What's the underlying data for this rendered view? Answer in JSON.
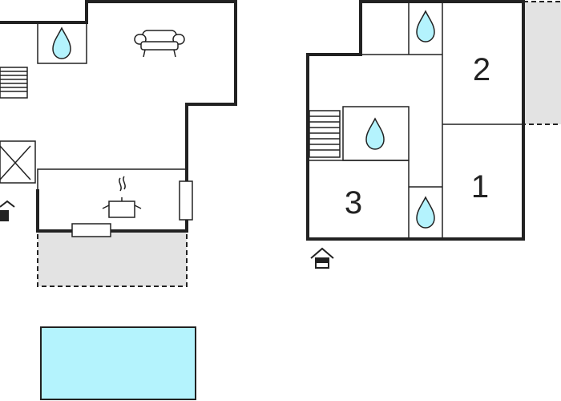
{
  "floorplan": {
    "colors": {
      "wall": "#222222",
      "terrace": "#e3e3e3",
      "pool": "#b4f3fd",
      "water": "#b4f3fd"
    },
    "rooms": [
      {
        "key": "bedroom-1",
        "label": "1"
      },
      {
        "key": "bedroom-2",
        "label": "2"
      },
      {
        "key": "bedroom-3",
        "label": "3"
      }
    ],
    "icons": [
      "water-drop-icon",
      "sofa-icon",
      "cooking-pot-icon",
      "stairs-icon",
      "entrance-icon",
      "void-cross-icon"
    ]
  }
}
